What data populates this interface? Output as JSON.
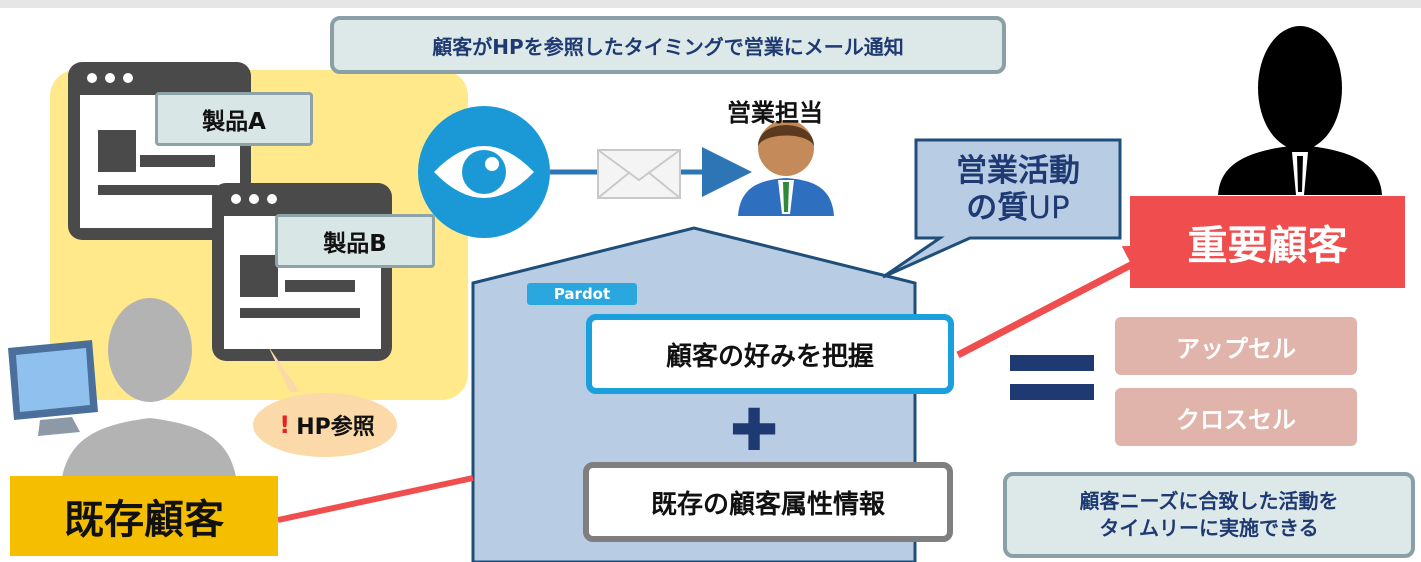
{
  "colors": {
    "navy": "#1f3a73",
    "accent_red": "#f04e4e",
    "sky": "#1a99d6",
    "pentagon": "#b8cce4",
    "yellow": "#ffe98a",
    "existing_badge": "#f5bf00",
    "pink": "#e0b4aa"
  },
  "header_notice": "顧客がHPを参照したタイミングで営業にメール通知",
  "sales": {
    "label": "営業担当"
  },
  "products": {
    "product_a": "製品A",
    "product_b": "製品B"
  },
  "hp_reference": {
    "exclaim": "!",
    "label": "HP参照"
  },
  "existing_customer": "既存顧客",
  "pardot": {
    "tag": "Pardot",
    "preference": "顧客の好みを把握",
    "plus": "✚",
    "attributes": "既存の顧客属性情報"
  },
  "callout": {
    "line1": "営業活動",
    "line2_prefix": "の質",
    "line2_suffix": "UP"
  },
  "important_customer": "重要顧客",
  "equals": "=",
  "upsell": "アップセル",
  "crosssell": "クロスセル",
  "bottom_note": {
    "line1": "顧客ニーズに合致した活動を",
    "line2": "タイムリーに実施できる"
  },
  "icons": [
    "eye-icon",
    "mail-icon",
    "arrow-right-icon",
    "salesperson-icon",
    "businessman-silhouette-icon",
    "customer-silhouette-icon",
    "monitor-icon",
    "browser-window-icon"
  ]
}
